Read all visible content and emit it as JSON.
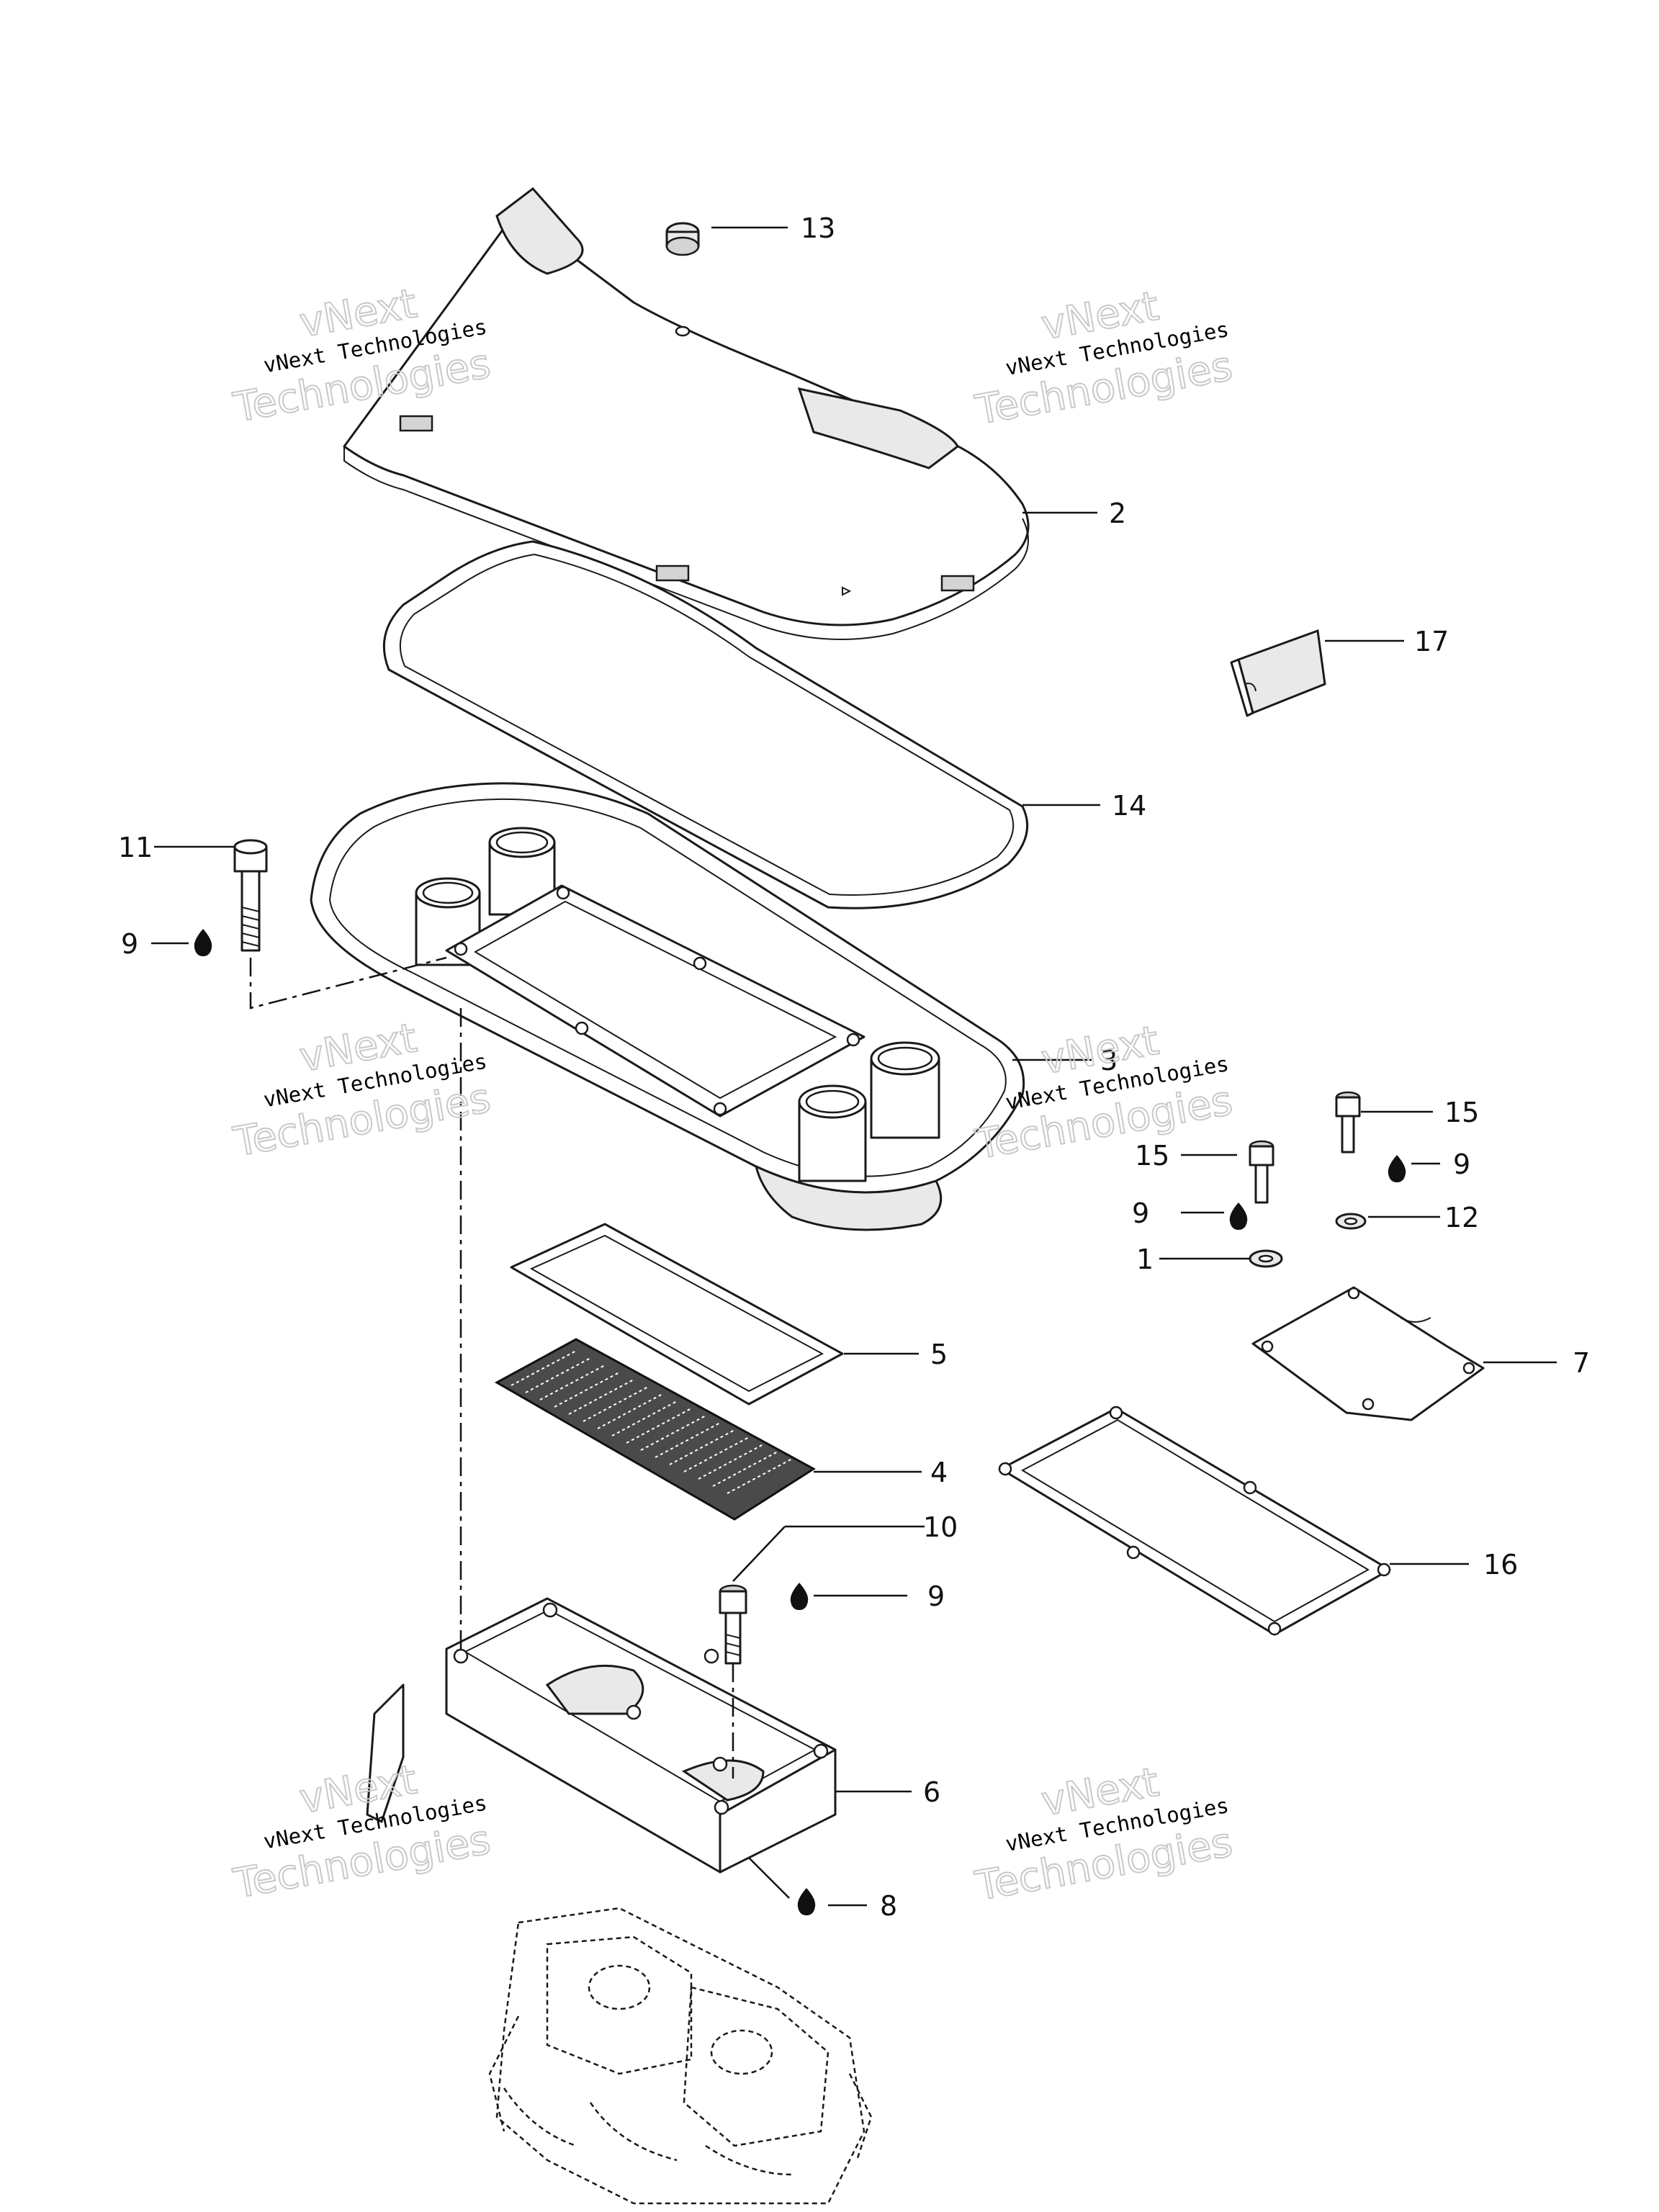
{
  "diagram": {
    "callouts": [
      {
        "id": "c13",
        "label": "13"
      },
      {
        "id": "c2",
        "label": "2"
      },
      {
        "id": "c17",
        "label": "17"
      },
      {
        "id": "c14",
        "label": "14"
      },
      {
        "id": "c11",
        "label": "11"
      },
      {
        "id": "c9a",
        "label": "9"
      },
      {
        "id": "c3",
        "label": "3"
      },
      {
        "id": "c15a",
        "label": "15"
      },
      {
        "id": "c15b",
        "label": "15"
      },
      {
        "id": "c9b",
        "label": "9"
      },
      {
        "id": "c9c",
        "label": "9"
      },
      {
        "id": "c12",
        "label": "12"
      },
      {
        "id": "c1",
        "label": "1"
      },
      {
        "id": "c5",
        "label": "5"
      },
      {
        "id": "c7",
        "label": "7"
      },
      {
        "id": "c4",
        "label": "4"
      },
      {
        "id": "c10",
        "label": "10"
      },
      {
        "id": "c9d",
        "label": "9"
      },
      {
        "id": "c16",
        "label": "16"
      },
      {
        "id": "c6",
        "label": "6"
      },
      {
        "id": "c8",
        "label": "8"
      }
    ],
    "watermark": {
      "line1": "vNext",
      "line2": "Technologies",
      "line3": "vNext Technologies"
    }
  }
}
